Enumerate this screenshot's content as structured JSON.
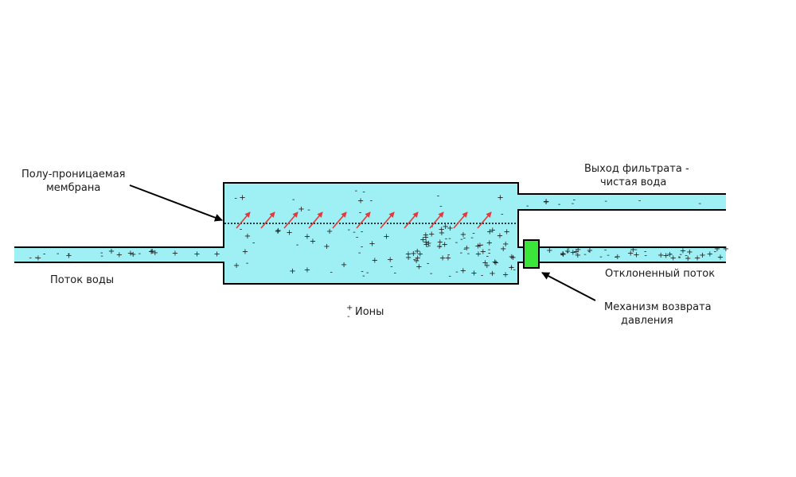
{
  "labels": {
    "membrane_line1": "Полу-проницаемая",
    "membrane_line2": "мембрана",
    "water_flow": "Поток воды",
    "ions": "Ионы",
    "ions_symbol_plus": "+",
    "ions_symbol_minus": "-",
    "filtrate_line1": "Выход фильтрата -",
    "filtrate_line2": "чистая вода",
    "diverted_flow": "Отклоненный поток",
    "pressure_line1": "Механизм возврата",
    "pressure_line2": "давления"
  },
  "colors": {
    "water": "#9ff0f4",
    "outline": "#000000",
    "valve": "#39e639",
    "arrow": "#e03a3a",
    "membrane": "#000000"
  }
}
